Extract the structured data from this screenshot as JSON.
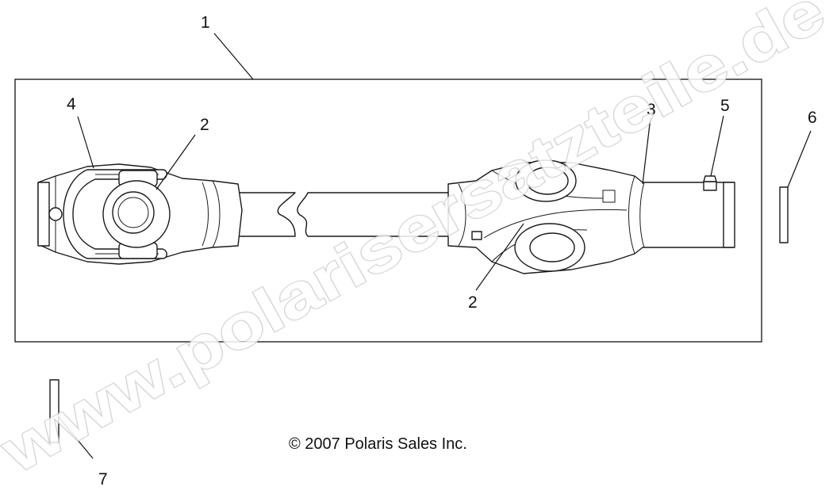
{
  "callouts": {
    "c1": "1",
    "c2_left": "2",
    "c2_right": "2",
    "c3": "3",
    "c4": "4",
    "c5": "5",
    "c6": "6",
    "c7": "7"
  },
  "copyright": "© 2007 Polaris Sales Inc.",
  "watermark": "www.polarisersatzteile.de"
}
